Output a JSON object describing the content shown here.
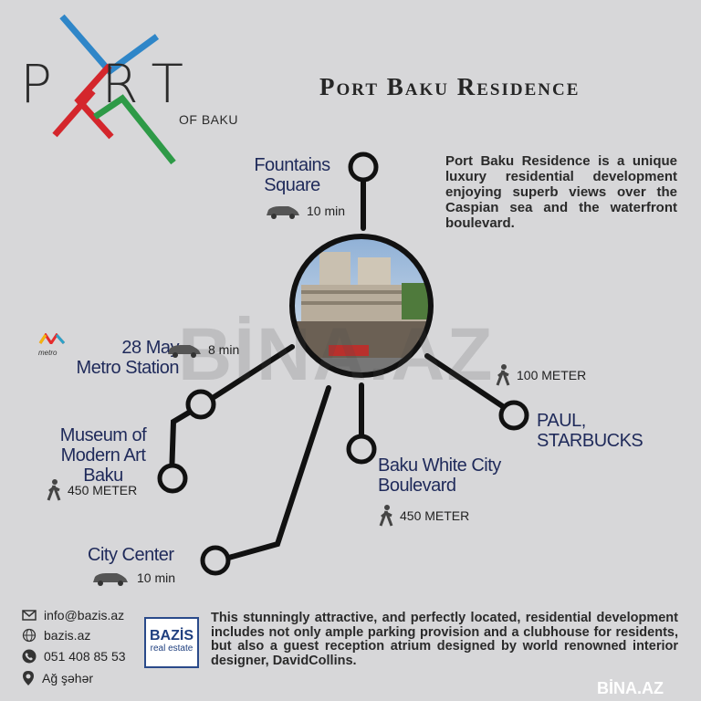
{
  "logo": {
    "word": "P  RT",
    "sub": "OF BAKU"
  },
  "title": "Port Baku Residence",
  "description": "Port Baku Residence is a unique luxury residential development enjoying superb views over the Caspian sea and the waterfront boulevard.",
  "watermark": "BİNA.AZ",
  "locations": {
    "fountains": {
      "name_line1": "Fountains",
      "name_line2": "Square",
      "distance": "10 min",
      "mode": "car-icon"
    },
    "metro": {
      "name_line1": "28 May",
      "name_line2": "Metro Station",
      "distance": "8 min",
      "mode": "car-icon",
      "badge": "metro"
    },
    "museum": {
      "name_line1": "Museum of",
      "name_line2": "Modern Art Baku",
      "distance": "450 METER",
      "mode": "walk-icon"
    },
    "city_center": {
      "name_line1": "City Center",
      "distance": "10 min",
      "mode": "car-icon"
    },
    "white_city": {
      "name_line1": "Baku White City",
      "name_line2": "Boulevard",
      "distance": "450 METER",
      "mode": "walk-icon"
    },
    "paul": {
      "name_line1": "PAUL,",
      "name_line2": "STARBUCKS",
      "distance": "100 METER",
      "mode": "walk-icon"
    }
  },
  "contacts": {
    "email": "info@bazis.az",
    "website": "bazis.az",
    "phone": "051 408 85 53",
    "address": "Ağ şəhər"
  },
  "brand": {
    "name": "BAZİS",
    "tagline": "real estate"
  },
  "bottom_text": "This stunningly attractive, and perfectly located, residential development includes not only ample parking provision and a clubhouse for residents, but also a guest reception atrium designed by world renowned interior designer, DavidCollins.",
  "footer_mark": "BİNA.AZ",
  "colors": {
    "line": "#111111",
    "place_text": "#1f2a5a",
    "logo_blue": "#2f86c8",
    "logo_red": "#d4262c",
    "logo_green": "#2e9a47"
  }
}
